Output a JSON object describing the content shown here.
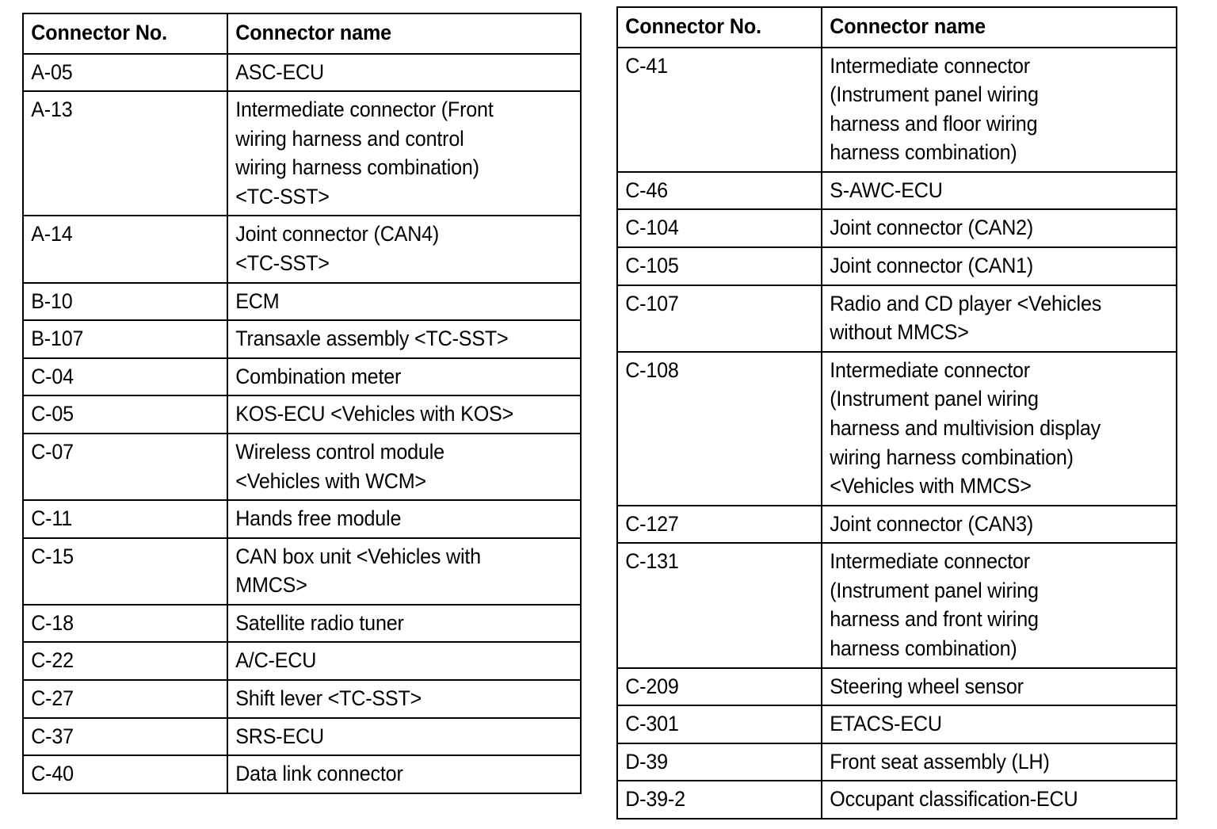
{
  "document": {
    "type": "connector-reference-table",
    "columns": [
      "Connector No.",
      "Connector name"
    ]
  },
  "tables": [
    {
      "id": "left",
      "headers": {
        "connector_no": "Connector No.",
        "connector_name": "Connector name"
      },
      "rows": [
        {
          "no": "A-05",
          "name": "ASC-ECU"
        },
        {
          "no": "A-13",
          "name": "Intermediate connector (Front\nwiring harness and control\nwiring harness combination)\n<TC-SST>"
        },
        {
          "no": "A-14",
          "name": "Joint connector (CAN4)\n<TC-SST>"
        },
        {
          "no": "B-10",
          "name": "ECM"
        },
        {
          "no": "B-107",
          "name": "Transaxle assembly <TC-SST>"
        },
        {
          "no": "C-04",
          "name": "Combination meter"
        },
        {
          "no": "C-05",
          "name": "KOS-ECU <Vehicles with KOS>"
        },
        {
          "no": "C-07",
          "name": "Wireless control module\n<Vehicles with WCM>"
        },
        {
          "no": "C-11",
          "name": "Hands free module"
        },
        {
          "no": "C-15",
          "name": "CAN box unit <Vehicles with\nMMCS>"
        },
        {
          "no": "C-18",
          "name": "Satellite radio tuner"
        },
        {
          "no": "C-22",
          "name": "A/C-ECU"
        },
        {
          "no": "C-27",
          "name": "Shift lever <TC-SST>"
        },
        {
          "no": "C-37",
          "name": "SRS-ECU"
        },
        {
          "no": "C-40",
          "name": "Data link connector"
        }
      ]
    },
    {
      "id": "right",
      "headers": {
        "connector_no": "Connector No.",
        "connector_name": "Connector name"
      },
      "rows": [
        {
          "no": "C-41",
          "name": "Intermediate connector\n(Instrument panel wiring\nharness and floor wiring\nharness combination)"
        },
        {
          "no": "C-46",
          "name": "S-AWC-ECU"
        },
        {
          "no": "C-104",
          "name": "Joint connector (CAN2)"
        },
        {
          "no": "C-105",
          "name": "Joint connector (CAN1)"
        },
        {
          "no": "C-107",
          "name": "Radio and CD player <Vehicles\nwithout MMCS>"
        },
        {
          "no": "C-108",
          "name": "Intermediate connector\n(Instrument panel wiring\nharness and multivision display\nwiring harness combination)\n<Vehicles with MMCS>"
        },
        {
          "no": "C-127",
          "name": "Joint connector (CAN3)"
        },
        {
          "no": "C-131",
          "name": "Intermediate connector\n(Instrument panel wiring\nharness and front wiring\nharness combination)"
        },
        {
          "no": "C-209",
          "name": "Steering wheel sensor"
        },
        {
          "no": "C-301",
          "name": "ETACS-ECU"
        },
        {
          "no": "D-39",
          "name": "Front seat assembly (LH)"
        },
        {
          "no": "D-39-2",
          "name": "Occupant classification-ECU"
        }
      ]
    }
  ]
}
